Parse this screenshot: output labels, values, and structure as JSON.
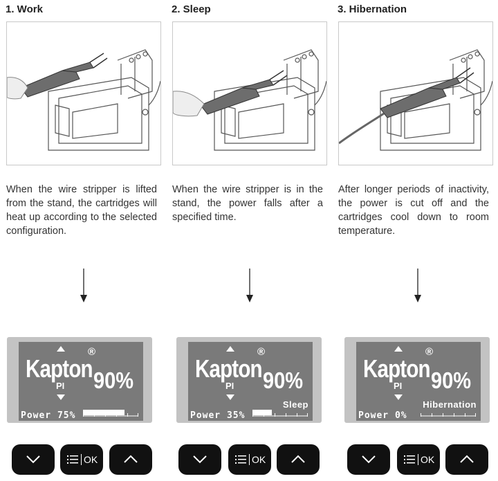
{
  "columns": [
    {
      "heading": "1. Work",
      "description": "When the wire stripper is lifted from the stand, the cartridges will heat up according to the selected configuration.",
      "display": {
        "brand": "Kapton",
        "registered": "®",
        "material": "PI",
        "percent": "90%",
        "mode": "",
        "power_label": "Power 75%",
        "power_level": 0.75
      }
    },
    {
      "heading": "2. Sleep",
      "description": "When the wire stripper is in the stand, the power falls after a specified time.",
      "display": {
        "brand": "Kapton",
        "registered": "®",
        "material": "PI",
        "percent": "90%",
        "mode": "Sleep",
        "power_label": "Power 35%",
        "power_level": 0.35
      }
    },
    {
      "heading": "3. Hibernation",
      "description": "After longer periods of inactivity, the power is cut off and the cartridges cool down to room temperature.",
      "display": {
        "brand": "Kapton",
        "registered": "®",
        "material": "PI",
        "percent": "90%",
        "mode": "Hibernation",
        "power_label": "Power 0%",
        "power_level": 0.0
      }
    }
  ],
  "buttons": {
    "ok_label": "OK",
    "down_icon": "chevron-down-icon",
    "menu_icon": "menu-list-icon",
    "up_icon": "chevron-up-icon"
  },
  "colors": {
    "lcd_frame": "#c3c3c3",
    "lcd_screen": "#7a7a7a",
    "button": "#111111"
  }
}
